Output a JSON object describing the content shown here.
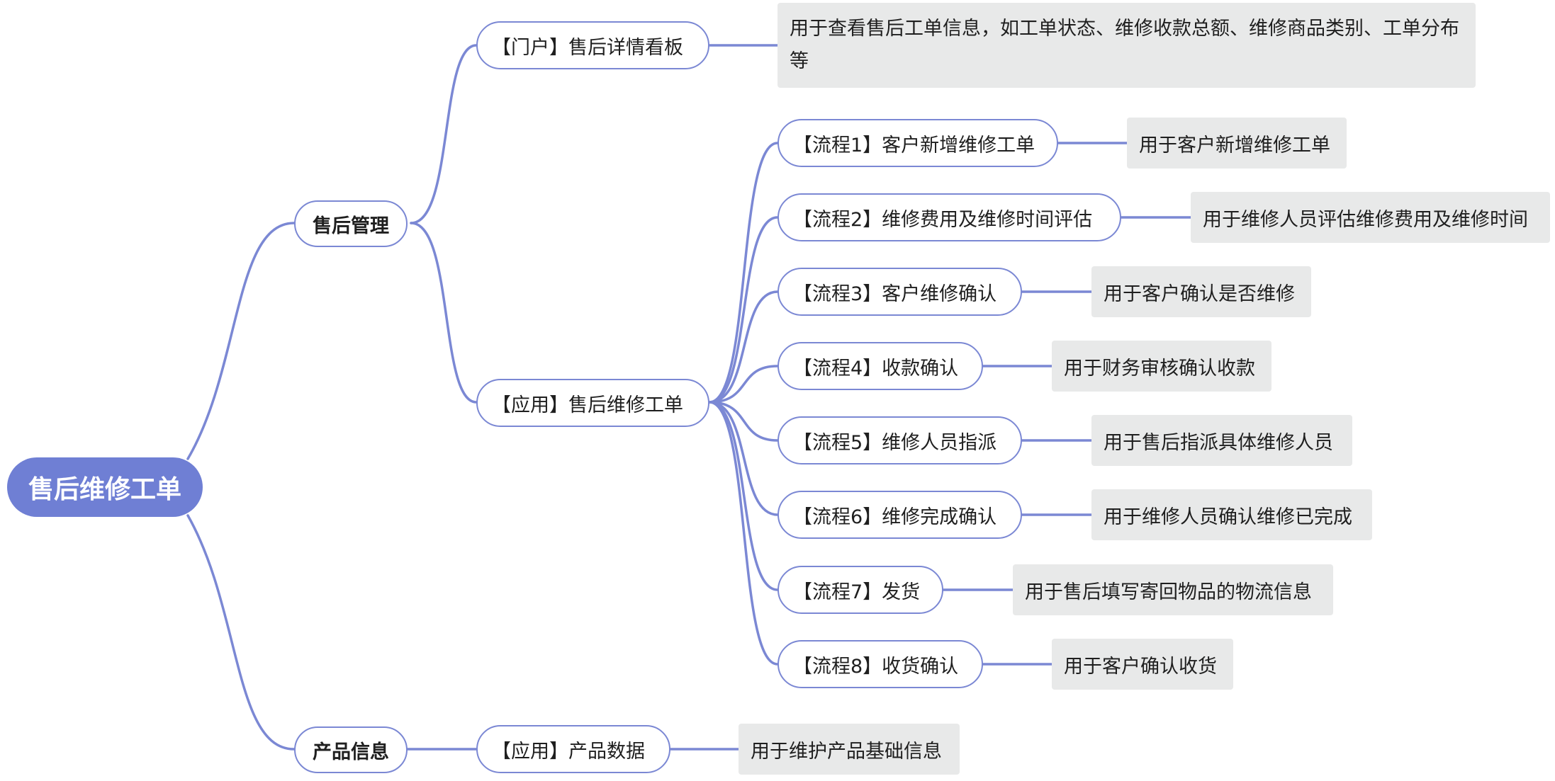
{
  "diagram": {
    "root": "售后维修工单",
    "branches": [
      {
        "label": "售后管理",
        "children": [
          {
            "label": "【门户】售后详情看板",
            "note": "用于查看售后工单信息，如工单状态、维修收款总额、维修商品类别、工单分布等"
          },
          {
            "label": "【应用】售后维修工单",
            "children": [
              {
                "label": "【流程1】客户新增维修工单",
                "note": "用于客户新增维修工单"
              },
              {
                "label": "【流程2】维修费用及维修时间评估",
                "note": "用于维修人员评估维修费用及维修时间"
              },
              {
                "label": "【流程3】客户维修确认",
                "note": "用于客户确认是否维修"
              },
              {
                "label": "【流程4】收款确认",
                "note": "用于财务审核确认收款"
              },
              {
                "label": "【流程5】维修人员指派",
                "note": "用于售后指派具体维修人员"
              },
              {
                "label": "【流程6】维修完成确认",
                "note": "用于维修人员确认维修已完成"
              },
              {
                "label": "【流程7】发货",
                "note": "用于售后填写寄回物品的物流信息"
              },
              {
                "label": "【流程8】收货确认",
                "note": "用于客户确认收货"
              }
            ]
          }
        ]
      },
      {
        "label": "产品信息",
        "children": [
          {
            "label": "【应用】产品数据",
            "note": "用于维护产品基础信息"
          }
        ]
      }
    ]
  },
  "colors": {
    "connector": "#7b88d4",
    "root_fill": "#6f7fd4",
    "node_border": "#7b88d4",
    "note_fill": "#e8e9e9"
  }
}
